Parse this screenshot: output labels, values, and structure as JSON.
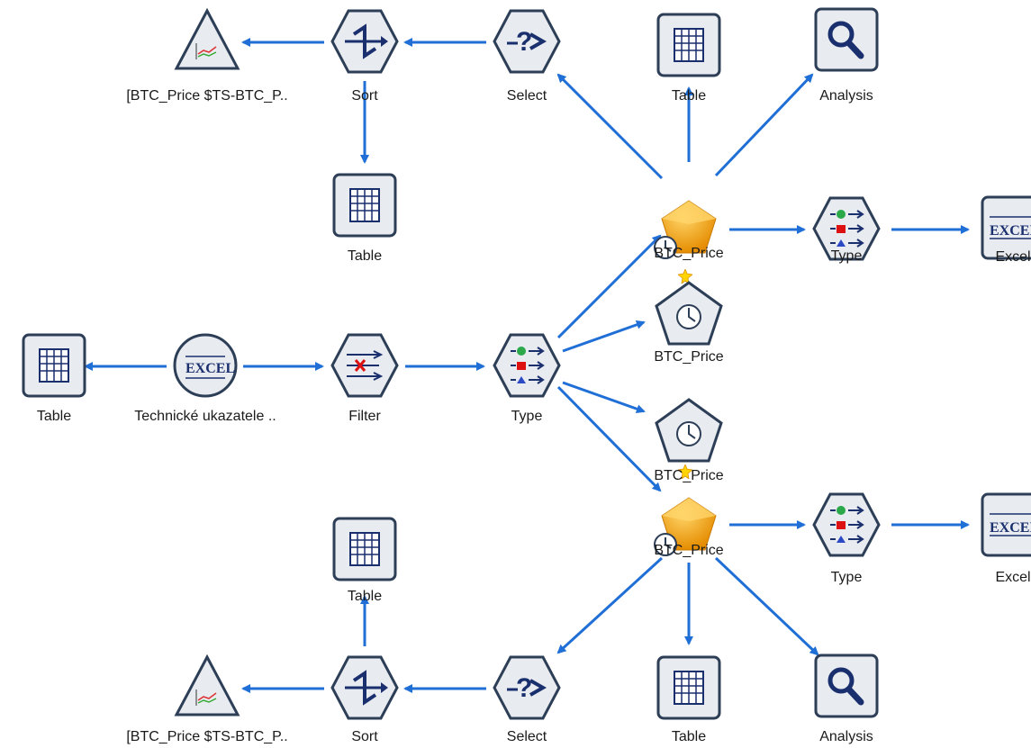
{
  "canvas": {
    "nodes": {
      "graph_top": {
        "label": "[BTC_Price $TS-BTC_P..",
        "icon": "graph-icon"
      },
      "sort_top": {
        "label": "Sort",
        "icon": "sort-icon"
      },
      "select_top": {
        "label": "Select",
        "icon": "select-icon"
      },
      "table_top": {
        "label": "Table",
        "icon": "table-icon"
      },
      "analysis_top": {
        "label": "Analysis",
        "icon": "analysis-icon"
      },
      "table_sort_top": {
        "label": "Table",
        "icon": "table-icon"
      },
      "model_top": {
        "label": "BTC_Price",
        "icon": "model-nugget-icon"
      },
      "type_top_right": {
        "label": "Type",
        "icon": "type-icon"
      },
      "excel_top_right": {
        "label": "Excel",
        "icon": "excel-export-icon"
      },
      "table_left": {
        "label": "Table",
        "icon": "table-icon"
      },
      "excel_source": {
        "label": "Technické ukazatele ..",
        "icon": "excel-source-icon"
      },
      "filter": {
        "label": "Filter",
        "icon": "filter-icon"
      },
      "type_mid": {
        "label": "Type",
        "icon": "type-icon"
      },
      "ts_model_1": {
        "label": "BTC_Price",
        "icon": "time-series-model-icon"
      },
      "ts_model_2": {
        "label": "BTC_Price",
        "icon": "time-series-model-icon"
      },
      "model_bottom": {
        "label": "BTC_Price",
        "icon": "model-nugget-icon"
      },
      "type_bottom_right": {
        "label": "Type",
        "icon": "type-icon"
      },
      "excel_bottom_right": {
        "label": "Excel",
        "icon": "excel-export-icon"
      },
      "table_sort_bottom": {
        "label": "Table",
        "icon": "table-icon"
      },
      "graph_bottom": {
        "label": "[BTC_Price $TS-BTC_P..",
        "icon": "graph-icon"
      },
      "sort_bottom": {
        "label": "Sort",
        "icon": "sort-icon"
      },
      "select_bottom": {
        "label": "Select",
        "icon": "select-icon"
      },
      "table_bottom": {
        "label": "Table",
        "icon": "table-icon"
      },
      "analysis_bottom": {
        "label": "Analysis",
        "icon": "analysis-icon"
      }
    },
    "colors": {
      "edge": "#1f6fd6",
      "node_bg": "#e8ebef",
      "node_border": "#2d3e57",
      "gold": "#f2a81d"
    }
  }
}
